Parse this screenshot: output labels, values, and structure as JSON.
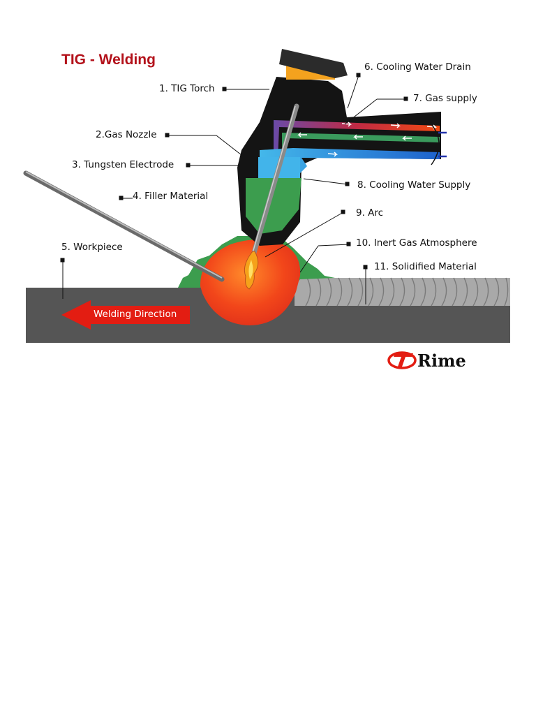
{
  "title": "TIG - Welding",
  "labels": {
    "torch": "1. TIG Torch",
    "gas_nozzle": "2.Gas Nozzle",
    "electrode": "3. Tungsten Electrode",
    "filler": "4. Filler Material",
    "workpiece": "5. Workpiece",
    "drain": "6. Cooling Water Drain",
    "gas_supply": "7. Gas supply",
    "water_supply": "8. Cooling Water Supply",
    "arc": "9. Arc",
    "inert_gas": "10. Inert Gas Atmosphere",
    "solidified": "11. Solidified Material"
  },
  "direction": "Welding Direction",
  "brand": {
    "name": "Rime"
  },
  "colors": {
    "title": "#b3121b",
    "torch": "#141414",
    "cap": "#f4a21e",
    "gas_line": "#d82a1e",
    "water_drain": "#3a9a5c",
    "water_supply": "#2c7fd6",
    "gas_cloud": "#3c9d4e",
    "weld_pool": "#f24a1c",
    "workpiece": "#555555",
    "solidified": "#a5a5a5",
    "arrow": "#e31d12"
  }
}
